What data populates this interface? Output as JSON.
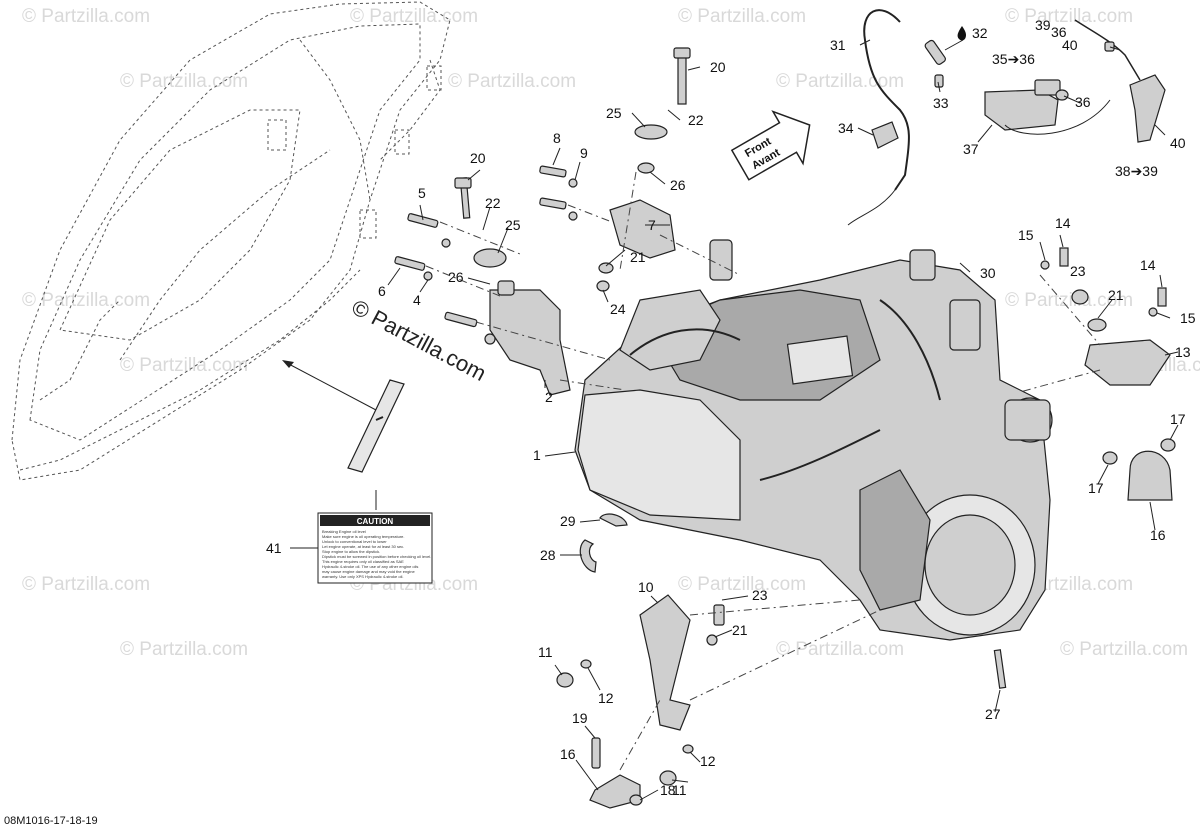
{
  "watermark": {
    "text": "© Partzilla.com",
    "center_text": "© Partzilla.com"
  },
  "diagram_code": "08M1016-17-18-19",
  "front_arrow": {
    "line1": "Front",
    "line2": "Avant"
  },
  "caution_label": {
    "title": "CAUTION",
    "lines": [
      "Breaking Engine oil level",
      "Make sure engine is oil operating temperature.",
      "Unlock to conventional level to lower",
      "Let engine operate, at least for at least 30 sec.",
      "Stop engine to allow the dipstick.",
      "Dipstick must be screwed in position before checking oil level.",
      "This engine requires only oil classified as SAE",
      "Hydraulic 4-stroke oil. The use of any other engine oils",
      "may cause engine damage and may void the engine",
      "warranty. Use only XPS Hydraulic 4-stroke oil."
    ]
  },
  "callouts": [
    {
      "id": "c1",
      "label": "1"
    },
    {
      "id": "c2",
      "label": "2"
    },
    {
      "id": "c4",
      "label": "4"
    },
    {
      "id": "c5",
      "label": "5"
    },
    {
      "id": "c6",
      "label": "6"
    },
    {
      "id": "c7",
      "label": "7"
    },
    {
      "id": "c8",
      "label": "8"
    },
    {
      "id": "c9",
      "label": "9"
    },
    {
      "id": "c10",
      "label": "10"
    },
    {
      "id": "c11a",
      "label": "11"
    },
    {
      "id": "c11b",
      "label": "11"
    },
    {
      "id": "c12a",
      "label": "12"
    },
    {
      "id": "c12b",
      "label": "12"
    },
    {
      "id": "c13",
      "label": "13"
    },
    {
      "id": "c14a",
      "label": "14"
    },
    {
      "id": "c14b",
      "label": "14"
    },
    {
      "id": "c15a",
      "label": "15"
    },
    {
      "id": "c15b",
      "label": "15"
    },
    {
      "id": "c16a",
      "label": "16"
    },
    {
      "id": "c16b",
      "label": "16"
    },
    {
      "id": "c17a",
      "label": "17"
    },
    {
      "id": "c17b",
      "label": "17"
    },
    {
      "id": "c18",
      "label": "18"
    },
    {
      "id": "c19",
      "label": "19"
    },
    {
      "id": "c20a",
      "label": "20"
    },
    {
      "id": "c20b",
      "label": "20"
    },
    {
      "id": "c21a",
      "label": "21"
    },
    {
      "id": "c21b",
      "label": "21"
    },
    {
      "id": "c21c",
      "label": "21"
    },
    {
      "id": "c22a",
      "label": "22"
    },
    {
      "id": "c22b",
      "label": "22"
    },
    {
      "id": "c23a",
      "label": "23"
    },
    {
      "id": "c23b",
      "label": "23"
    },
    {
      "id": "c24",
      "label": "24"
    },
    {
      "id": "c25a",
      "label": "25"
    },
    {
      "id": "c25b",
      "label": "25"
    },
    {
      "id": "c26a",
      "label": "26"
    },
    {
      "id": "c26b",
      "label": "26"
    },
    {
      "id": "c27",
      "label": "27"
    },
    {
      "id": "c28",
      "label": "28"
    },
    {
      "id": "c29",
      "label": "29"
    },
    {
      "id": "c30",
      "label": "30"
    },
    {
      "id": "c31",
      "label": "31"
    },
    {
      "id": "c32",
      "label": "32"
    },
    {
      "id": "c33",
      "label": "33"
    },
    {
      "id": "c34",
      "label": "34"
    },
    {
      "id": "c35",
      "label": "35➔36"
    },
    {
      "id": "c36a",
      "label": "36"
    },
    {
      "id": "c36b",
      "label": "36"
    },
    {
      "id": "c37",
      "label": "37"
    },
    {
      "id": "c38",
      "label": "38➔39"
    },
    {
      "id": "c39",
      "label": "39"
    },
    {
      "id": "c40a",
      "label": "40"
    },
    {
      "id": "c40b",
      "label": "40"
    },
    {
      "id": "c41",
      "label": "41"
    }
  ]
}
